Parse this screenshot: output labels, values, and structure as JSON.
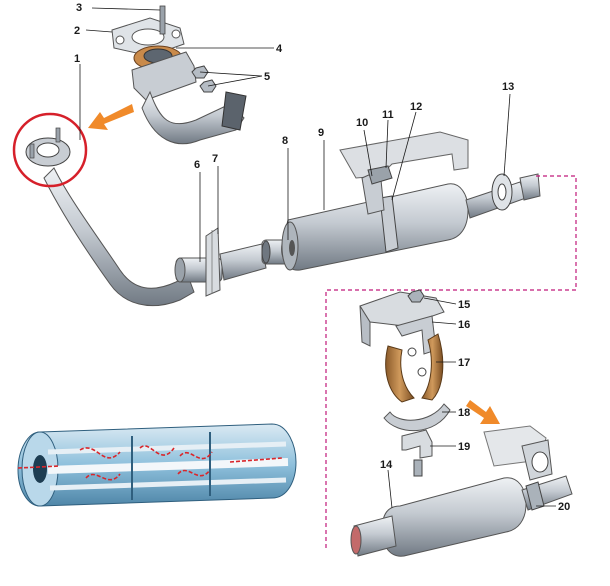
{
  "colors": {
    "pipe_light": "#d9dde2",
    "pipe_mid": "#a9b0b8",
    "pipe_dark": "#6f7780",
    "gasket": "#c98a4a",
    "highlight_circle": "#d6202a",
    "arrow": "#f08a2a",
    "leader_dash": "#c0197a",
    "cutaway_blue": "#7fb6d6",
    "flow_red": "#d9262b"
  },
  "labels": {
    "l1": "1",
    "l2": "2",
    "l3": "3",
    "l4": "4",
    "l5": "5",
    "l6": "6",
    "l7": "7",
    "l8": "8",
    "l9": "9",
    "l10": "10",
    "l11": "11",
    "l12": "12",
    "l13": "13",
    "l14": "14",
    "l15": "15",
    "l16": "16",
    "l17": "17",
    "l18": "18",
    "l19": "19",
    "l20": "20"
  },
  "icons": {
    "flow_arrow_left": "orange-arrow-icon",
    "flow_arrow_right": "orange-arrow-icon"
  }
}
